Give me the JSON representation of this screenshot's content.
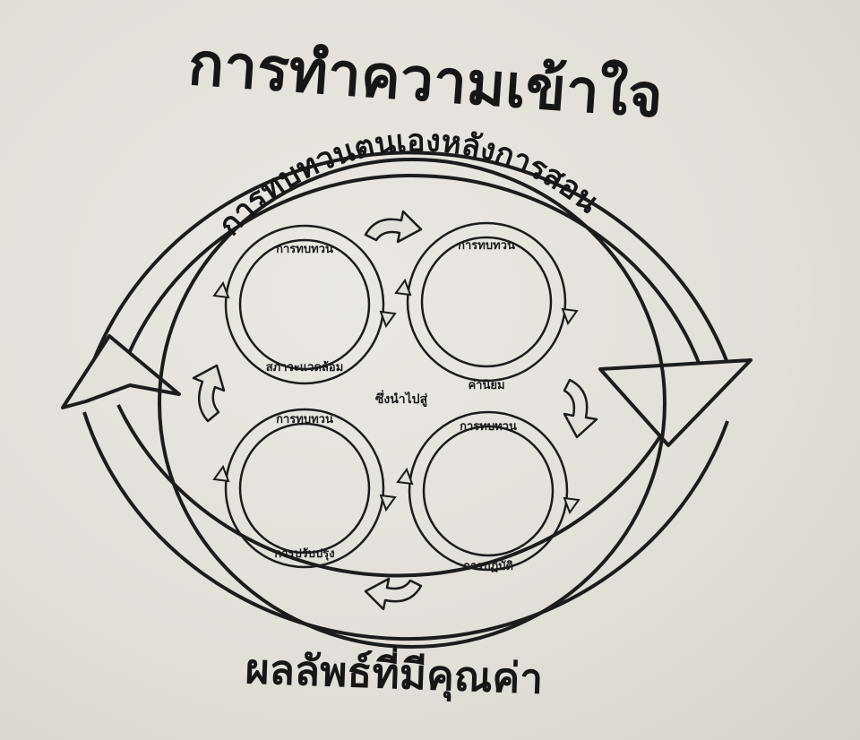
{
  "diagram": {
    "main_title": "การทำความเข้าใจ",
    "inner_title": "การทบทวนตนเองหลังการสอน",
    "bottom_title": "ผลลัพธ์ที่มีคุณค่า",
    "center_label": "ซึ่งนำไปสู่",
    "cycles": [
      {
        "id": "top-left",
        "top_label": "การทบทวน",
        "bottom_label": "สภาวะแวดล้อม"
      },
      {
        "id": "top-right",
        "top_label": "การทบทวน",
        "bottom_label": "ค่านิยม"
      },
      {
        "id": "bottom-left",
        "top_label": "การทบทวน",
        "bottom_label": "การปรับปรุง"
      },
      {
        "id": "bottom-right",
        "top_label": "การทบทวน",
        "bottom_label": "การปฏิบัติ"
      }
    ],
    "colors": {
      "ink": "#1c1c1c",
      "paper": "#e4e0da"
    },
    "icons": [
      "outer-cycle-arrow-left",
      "outer-cycle-arrow-right",
      "curved-arrow-icon"
    ]
  }
}
